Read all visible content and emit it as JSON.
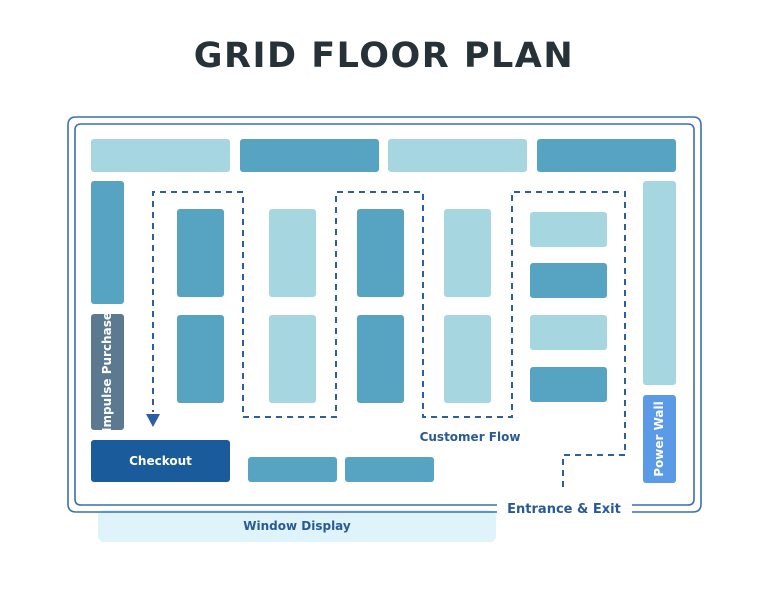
{
  "title": "GRID FLOOR PLAN",
  "labels": {
    "impulse_purchase": "Impulse Purchase",
    "checkout": "Checkout",
    "customer_flow": "Customer Flow",
    "power_wall": "Power Wall",
    "entrance_exit": "Entrance & Exit",
    "window_display": "Window Display"
  },
  "colors": {
    "dark_fixture": "#56a4c2",
    "light_fixture": "#a6d6e0",
    "impulse": "#5b7a91",
    "checkout": "#1a5b9c",
    "power_wall": "#5a9ae6",
    "window_display": "#dff3fa",
    "wall_outline": "#3b6fb0",
    "flow_line": "#2d5e9e",
    "label_text": "#2a5a96"
  }
}
